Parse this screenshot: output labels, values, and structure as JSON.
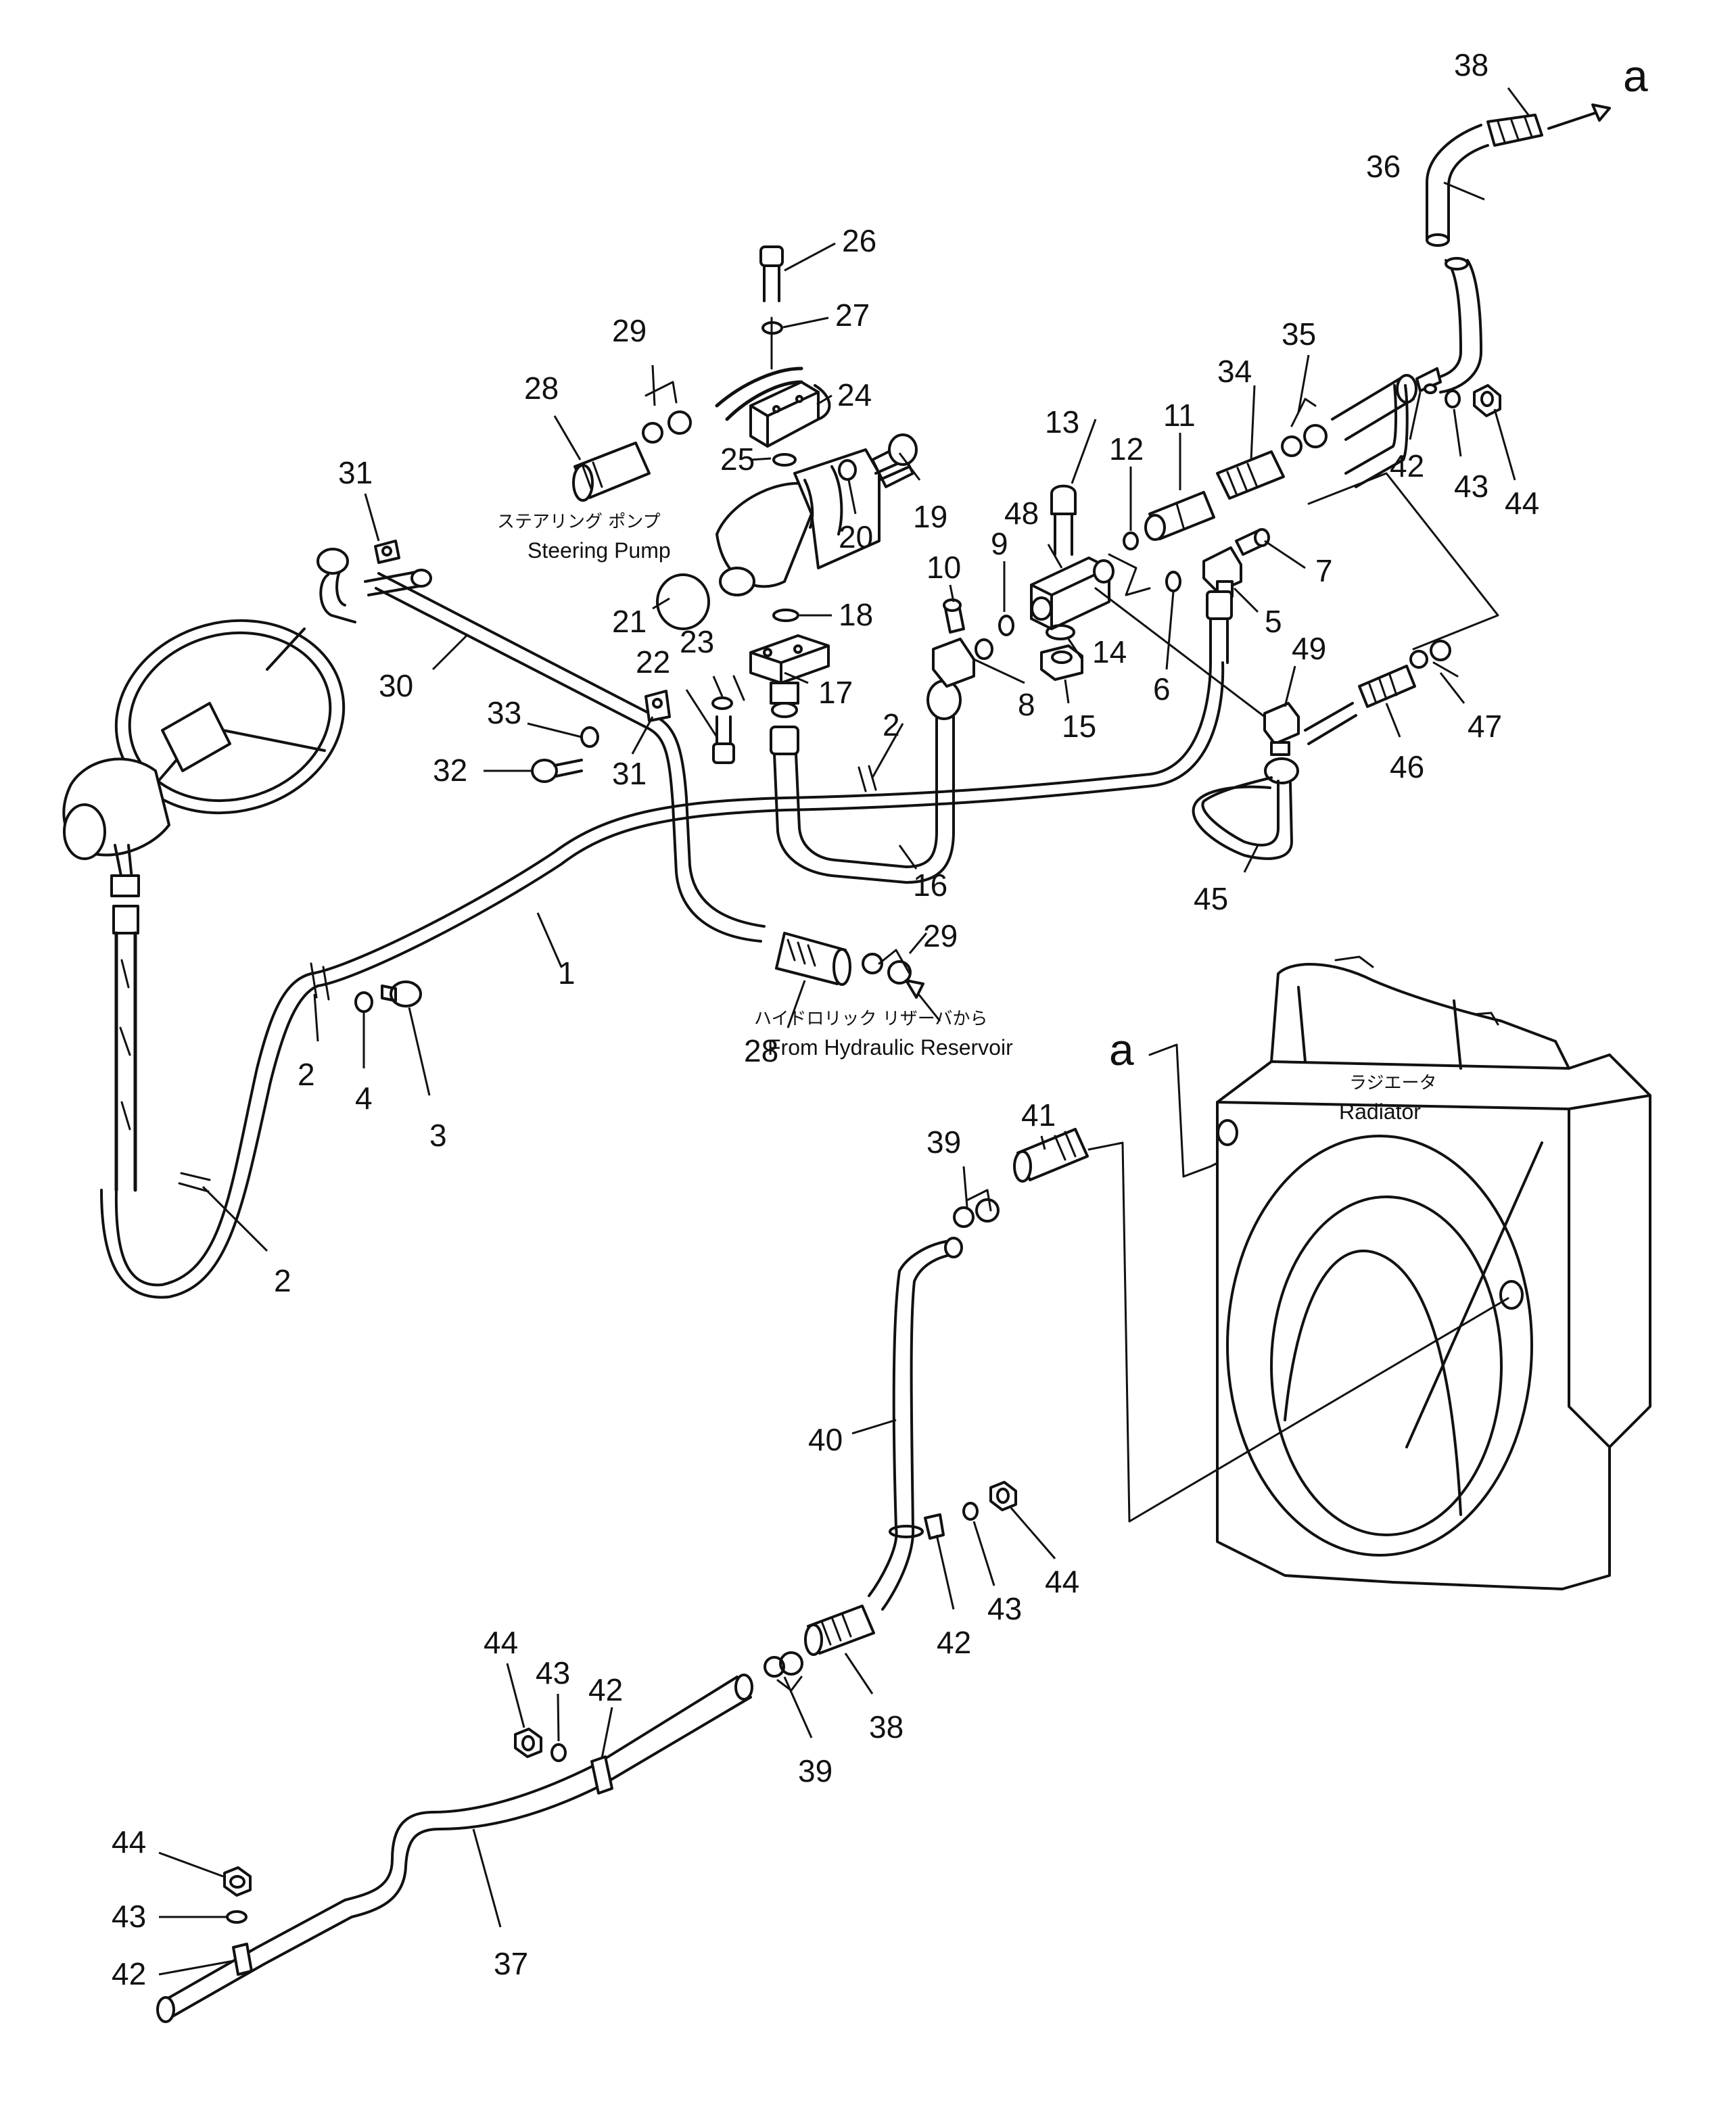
{
  "labels": {
    "steering_pump_jp": "ステアリング ポンプ",
    "steering_pump_en": "Steering Pump",
    "reservoir_jp": "ハイドロリック リザーバから",
    "reservoir_en": "From Hydraulic Reservoir",
    "radiator_jp": "ラジエータ",
    "radiator_en": "Radiator",
    "ref_a": "a"
  },
  "callouts": {
    "n1": "1",
    "n2": "2",
    "n3": "3",
    "n4": "4",
    "n5": "5",
    "n6": "6",
    "n7": "7",
    "n8": "8",
    "n9": "9",
    "n10": "10",
    "n11": "11",
    "n12": "12",
    "n13": "13",
    "n14": "14",
    "n15": "15",
    "n16": "16",
    "n17": "17",
    "n18": "18",
    "n19": "19",
    "n20": "20",
    "n21": "21",
    "n22": "22",
    "n23": "23",
    "n24": "24",
    "n25": "25",
    "n26": "26",
    "n27": "27",
    "n28": "28",
    "n29": "29",
    "n30": "30",
    "n31": "31",
    "n32": "32",
    "n33": "33",
    "n34": "34",
    "n35": "35",
    "n36": "36",
    "n37": "37",
    "n38": "38",
    "n39": "39",
    "n40": "40",
    "n41": "41",
    "n42": "42",
    "n43": "43",
    "n44": "44",
    "n45": "45",
    "n46": "46",
    "n47": "47",
    "n48": "48",
    "n49": "49"
  }
}
